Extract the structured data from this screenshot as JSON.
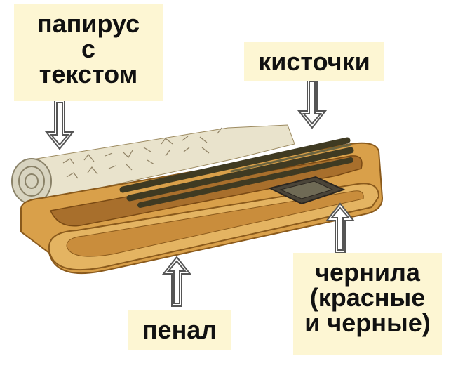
{
  "labels": {
    "papyrus": [
      "папирус",
      "с",
      "текстом"
    ],
    "brushes": "кисточки",
    "penal": "пенал",
    "ink": [
      "чернила",
      "(красные",
      "и черные)"
    ]
  },
  "icons": {
    "arrow": "hollow-arrow-icon",
    "scroll": "papyrus-scroll",
    "brushes": "reed-brushes",
    "case": "wooden-pen-case",
    "ink": "ink-wells"
  },
  "colors": {
    "label_bg": "#fdf6d3",
    "wood": "#d9a04a",
    "wood_dark": "#8a5a1c",
    "papyrus": "#e9e3cc",
    "brush": "#3f3a22"
  }
}
